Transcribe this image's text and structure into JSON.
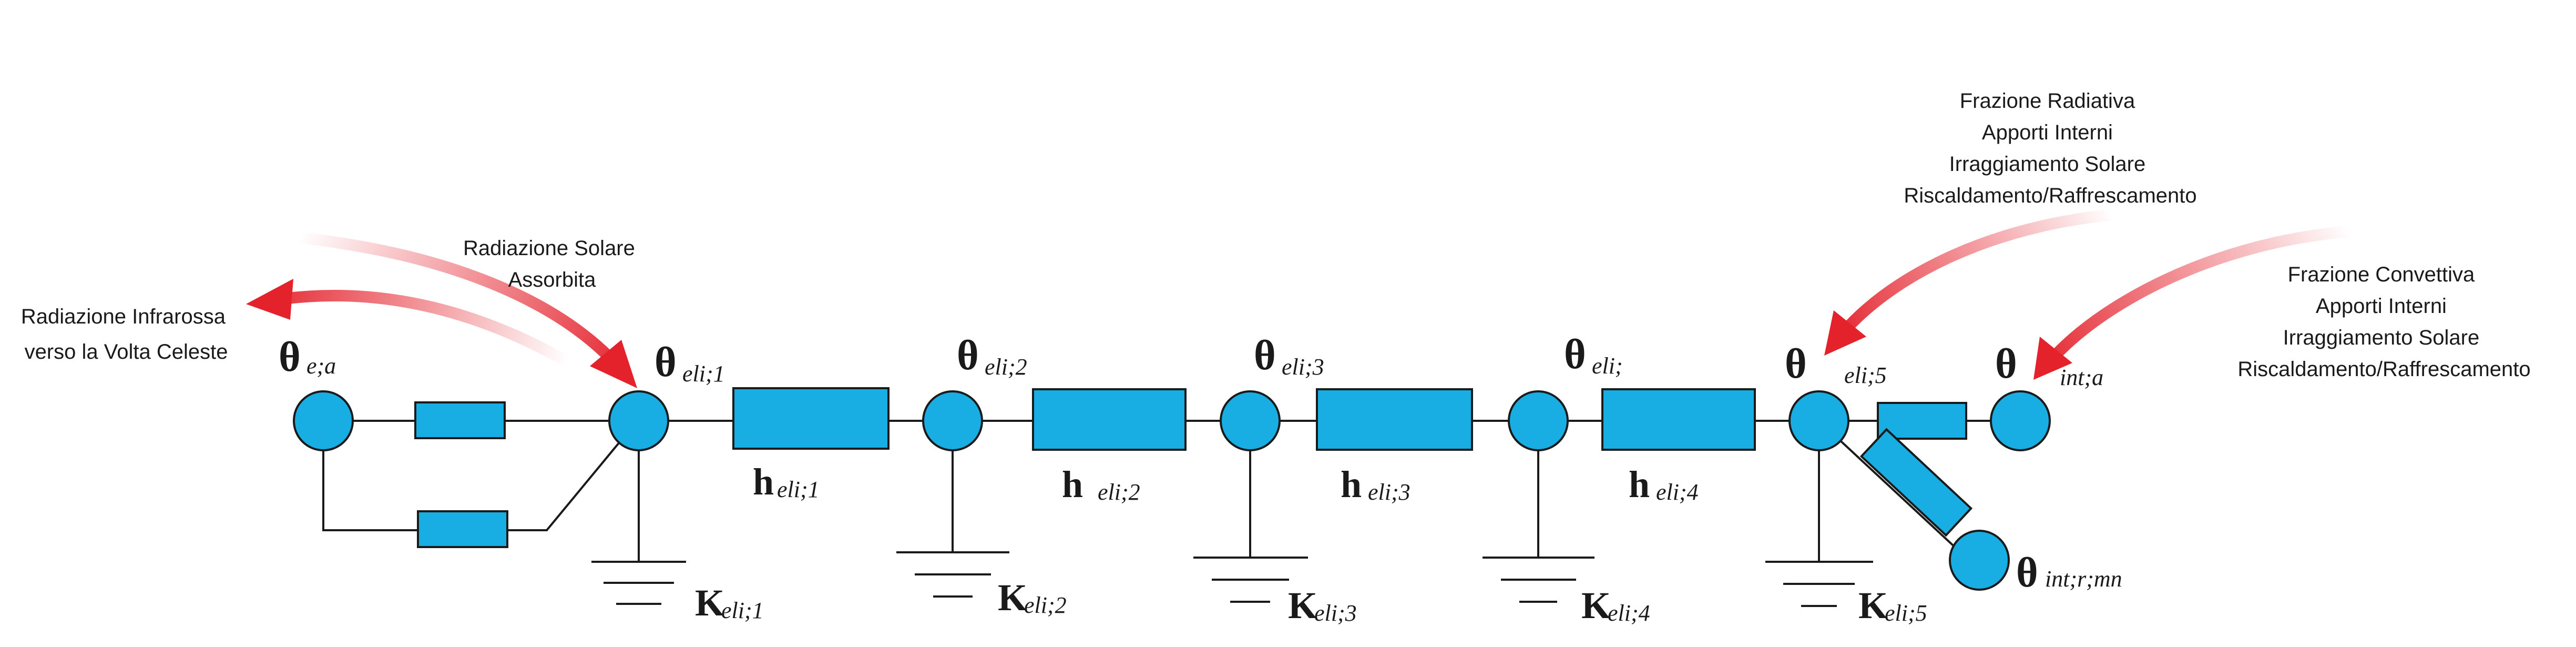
{
  "colors": {
    "node_fill": "#18aee3",
    "line": "#1a1a1a",
    "arrow": "#e4222c"
  },
  "annotations": {
    "infrared": [
      "Radiazione Infrarossa",
      "verso la Volta Celeste"
    ],
    "solar_absorbed": [
      "Radiazione Solare",
      "Assorbita"
    ],
    "radiative": [
      "Frazione Radiativa",
      "Apporti Interni",
      "Irraggiamento Solare",
      "Riscaldamento/Raffrescamento"
    ],
    "convective": [
      "Frazione Convettiva",
      "Apporti Interni",
      "Irraggiamento Solare",
      "Riscaldamento/Raffrescamento"
    ]
  },
  "nodes": {
    "symbol": "θ",
    "ea": "e;a",
    "eli1": "eli;1",
    "eli2": "eli;2",
    "eli3": "eli;3",
    "eli4": "eli;",
    "eli5": "eli;5",
    "inta": "int;a",
    "intr": "int;r;mn"
  },
  "conductances": {
    "symbol": "h",
    "h1": "eli;1",
    "h2": "eli;2",
    "h3": "eli;3",
    "h4": "eli;4"
  },
  "capacities": {
    "symbol": "K",
    "k1": "eli;1",
    "k2": "eli;2",
    "k3": "eli;3",
    "k4": "eli;4",
    "k5": "eli;5"
  }
}
